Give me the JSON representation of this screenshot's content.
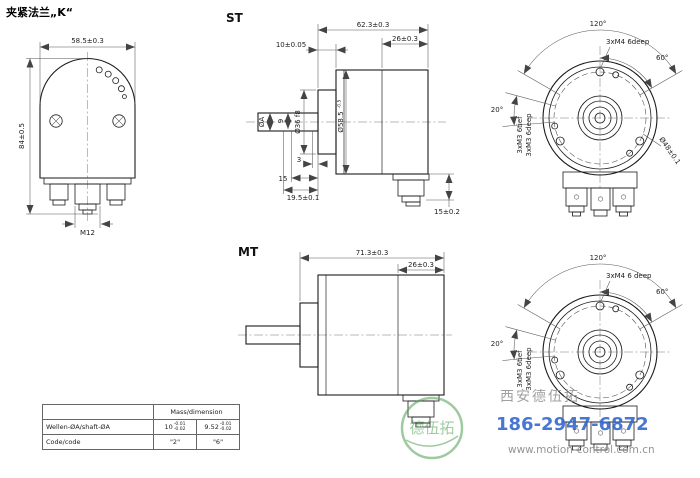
{
  "title": "夹紧法兰„K“",
  "front": {
    "dim_width": "58.5±0.3",
    "dim_height": "84±0.5",
    "label_m12": "M12"
  },
  "st": {
    "label": "ST",
    "dim_depth": "62.3±0.3",
    "dim_rear": "26±0.3",
    "dim_flange_thk": "10±0.05",
    "dim_flange_dia": "Ø36 f8",
    "dim_9": "9",
    "dim_shaft_dia": "ØA",
    "dim_3": "3",
    "dim_15": "15",
    "dim_shaft_len": "19.5±0.1",
    "dim_body_dia": "Ø58.5",
    "dim_body_tol": "-0.5",
    "dim_conn": "15±0.2"
  },
  "st_rear": {
    "angle_120": "120°",
    "m4": "3xM4 6deep",
    "angle_60": "60°",
    "angle_20": "20°",
    "m3_tief": "3xM3 6tief",
    "m3_deep": "3xM3 6deep",
    "bolt_circle": "Ø48±0.1"
  },
  "mt": {
    "label": "MT",
    "dim_depth": "71.3±0.3",
    "dim_rear": "26±0.3"
  },
  "mt_rear": {
    "angle_120": "120°",
    "m4": "3xM4 6 deep",
    "angle_60": "60°",
    "angle_20": "20°",
    "m3_tief": "3xM3 6tief",
    "m3_deep": "3xM3 6deep"
  },
  "table": {
    "header": "Mass/dimension",
    "row_shaft": {
      "label": "Wellen-ØA/shaft-ØA",
      "v1": "10",
      "v1_tol_hi": "-0.01",
      "v1_tol_lo": "-0.02",
      "v2": "9.52",
      "v2_tol_hi": "-0.01",
      "v2_tol_lo": "-0.02"
    },
    "row_code": {
      "label": "Code/code",
      "v1": "\"2\"",
      "v2": "\"6\""
    }
  },
  "watermark": {
    "logo_chars": "德伍拓",
    "company": "西安德伍拓",
    "phone": "186-2947-6872",
    "website": "www.motion-control.com.cn"
  }
}
